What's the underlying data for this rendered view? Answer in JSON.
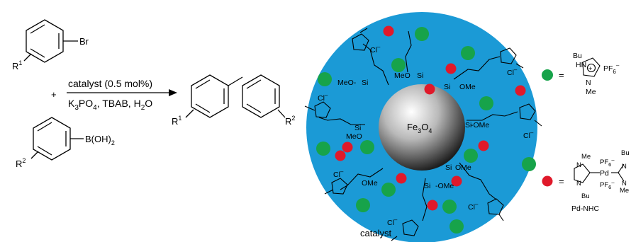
{
  "reaction": {
    "reactant1": {
      "substituent": "R",
      "substituent_sup": "1",
      "group": "Br"
    },
    "plus": "+",
    "reactant2": {
      "substituent": "R",
      "substituent_sup": "2",
      "group": "B(OH)",
      "group_sub": "2"
    },
    "conditions_top": "catalyst (0.5 mol%)",
    "conditions_bottom": {
      "base": "K",
      "base_sub": "3",
      "base_rest": "PO",
      "base_sub2": "4",
      "additives": ", TBAB, H",
      "water_sub": "2",
      "water_rest": "O"
    },
    "product": {
      "left_sub": "R",
      "left_sup": "1",
      "right_sub": "R",
      "right_sup": "2"
    }
  },
  "catalyst": {
    "core_label": "Fe",
    "core_sub1": "3",
    "core_sub2": "O",
    "core_sub3": "4",
    "caption": "catalyst",
    "shell_color": "#1b9ad6",
    "core_color": "#9a9a9a",
    "silyl_labels": [
      "MeO",
      "Si",
      "MeO-",
      "Si",
      "OMe",
      "Si",
      "MeO",
      "Si",
      "-OMe",
      "Si",
      "OMe",
      "Si",
      "-OMe",
      "Si",
      "OMe"
    ],
    "counterion": "Cl",
    "counterion_sup": "–"
  },
  "legend": {
    "green_color": "#17a34a",
    "red_color": "#e0192a",
    "equals": "=",
    "green_item": {
      "line1": "Bu",
      "line2": "HN",
      "plus": "+",
      "anion": "PF",
      "anion_sub": "6",
      "anion_sup": "–",
      "bottom1": "N",
      "bottom2": "Me"
    },
    "red_item": {
      "me_top": "Me",
      "bu_top": "Bu",
      "pf_top": "PF",
      "pf_sub": "6",
      "pf_sup": "–",
      "pd": "Pd",
      "n1": "N",
      "n2": "N",
      "n3": "N",
      "n4": "N",
      "pf_bottom": "PF",
      "bu_bottom": "Bu",
      "me_bottom": "Me",
      "name": "Pd-NHC"
    }
  }
}
